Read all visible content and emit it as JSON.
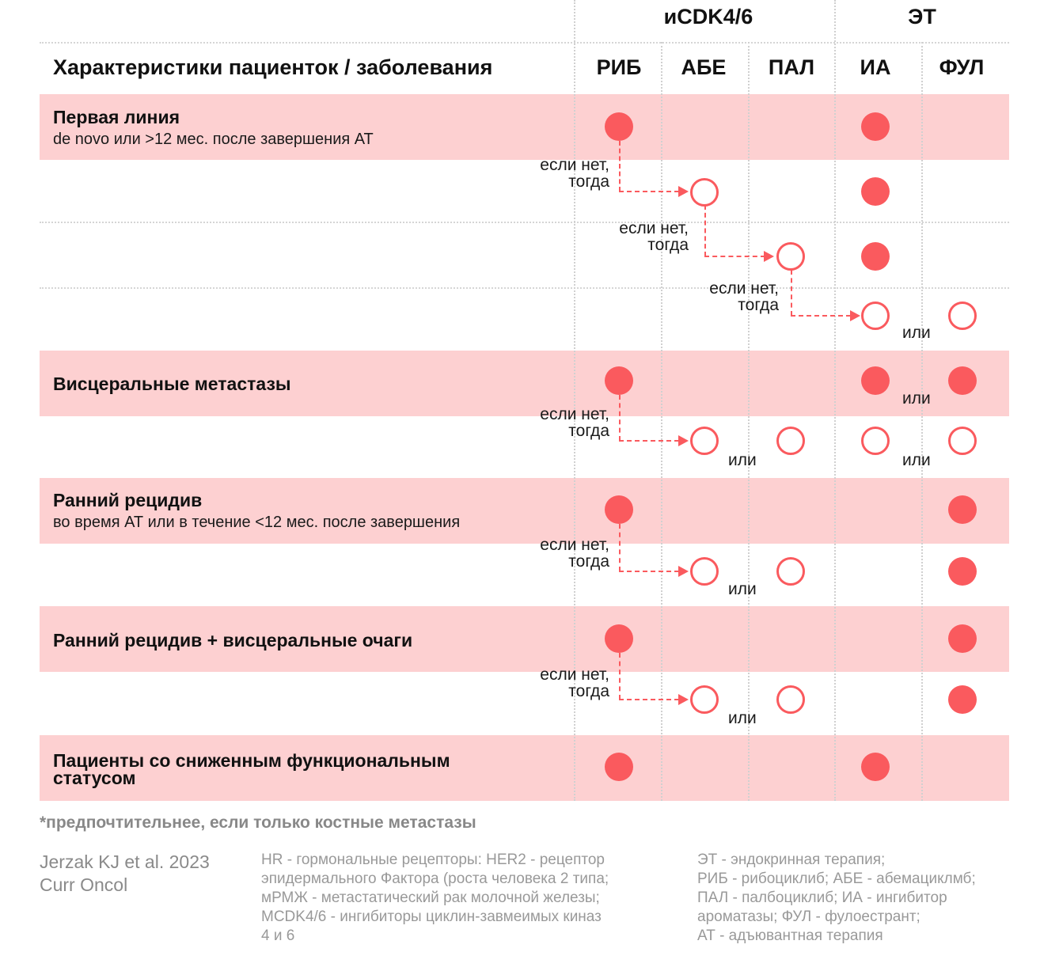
{
  "header": {
    "row_header": "Характеристики пациенток / заболевания",
    "group_cdk": "иCDK4/6",
    "group_et": "ЭТ",
    "columns": [
      "РИБ",
      "АБЕ",
      "ПАЛ",
      "ИА",
      "ФУЛ"
    ]
  },
  "rows": [
    {
      "title": "Первая линия",
      "subtitle": "de novo или >12 мес. после завершения АТ"
    },
    {
      "title": "Висцеральные метастазы"
    },
    {
      "title": "Ранний рецидив",
      "subtitle": "во время АТ или в течение <12 мес. после завершения"
    },
    {
      "title": "Ранний рецидив + висцеральные очаги"
    },
    {
      "title_line1": "Пациенты со сниженным функциональным",
      "title_line2": "статусом"
    }
  ],
  "connector": {
    "line1": "если нет,",
    "line2": "тогда",
    "or": "или"
  },
  "markers": {
    "filled": "preferred option (filled circle)",
    "hollow": "alternative option (hollow circle)"
  },
  "footnote": "*предпочтительнее, если только костные метастазы",
  "reference": {
    "line1": "Jerzak KJ et al. 2023",
    "line2": "Curr Oncol"
  },
  "legend_left": [
    "HR - гормональные рецепторы: HER2 - рецептор",
    "эпидермального Фактора (роста человека 2 типа;",
    "мРМЖ - метастатический рак молочной железы;",
    "MCDK4/6 - ингибиторы циклин-завмеимых киназ",
    "4 и 6"
  ],
  "legend_right": [
    "ЭТ - эндокринная терапия;",
    "РИБ - рибоциклиб; АБЕ - абемациклмб;",
    "ПАЛ - палбоциклиб; ИА - ингибитор",
    "ароматазы; ФУЛ - фулоестрант;",
    "АТ - адъювантная терапия"
  ],
  "colors": {
    "accent": "#fa5a5e",
    "band": "#fdd0d1",
    "muted_text": "#8a8a8a"
  }
}
